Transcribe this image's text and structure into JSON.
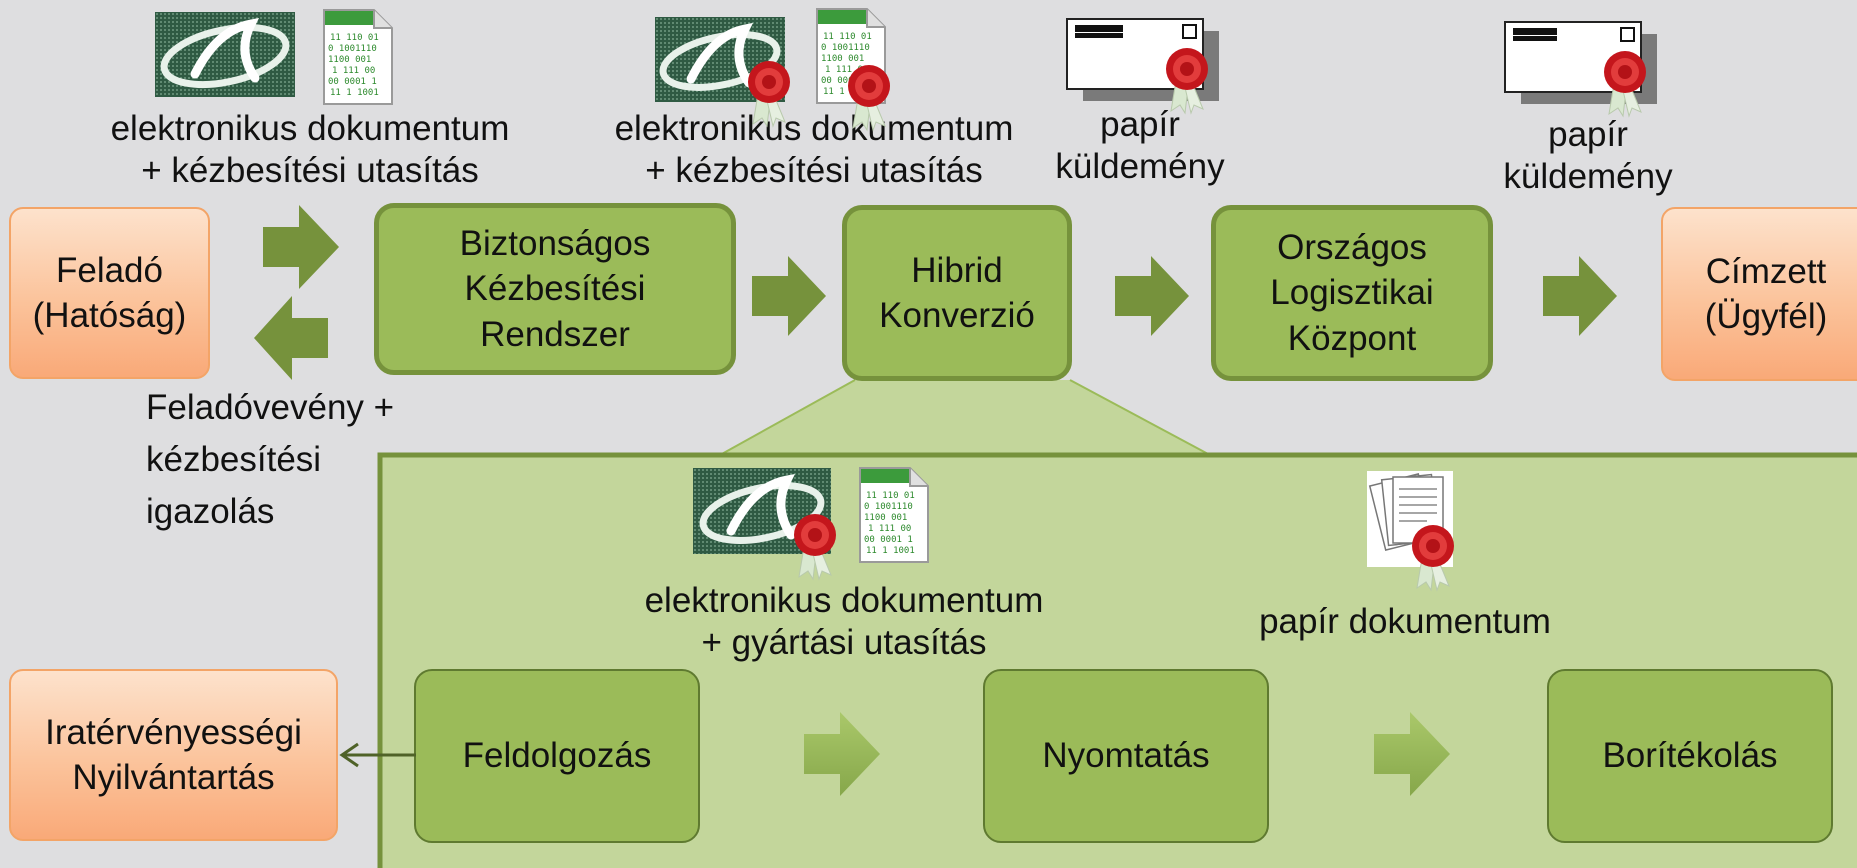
{
  "colors": {
    "background": "#dedee0",
    "process_fill": "#9bbb59",
    "process_border": "#76923c",
    "panel_fill": "#c3d69b",
    "actor_fill": "#fbc39b",
    "arrow": "#76923c"
  },
  "actors": {
    "sender": "Feladó\n(Hatóság)",
    "recipient": "Címzett\n(Ügyfél)",
    "registry": "Iratérvényességi\nNyilvántartás"
  },
  "processes": {
    "secure_delivery": "Biztonságos\nKézbesítési\nRendszer",
    "hybrid_conversion": "Hibrid\nKonverzió",
    "logistics_center": "Országos\nLogisztikai\nKözpont",
    "processing": "Feldolgozás",
    "printing": "Nyomtatás",
    "enveloping": "Borítékolás"
  },
  "labels": {
    "edoc_delivery_1": "elektronikus dokumentum\n+ kézbesítési utasítás",
    "edoc_delivery_2": "elektronikus dokumentum\n+ kézbesítési utasítás",
    "paper_mail_1": "papír\nküldemény",
    "paper_mail_2": "papír\nküldemény",
    "receipt": "Feladóvevény +\nkézbesítési\nigazolás",
    "edoc_production": "elektronikus dokumentum\n+ gyártási utasítás",
    "paper_document": "papír dokumentum"
  },
  "icons": {
    "edoc_logo": "e-document-logo-icon",
    "binary_file": "binary-file-icon",
    "wax_seal": "wax-seal-icon",
    "envelope": "envelope-icon",
    "paper_stack": "paper-stack-icon"
  }
}
